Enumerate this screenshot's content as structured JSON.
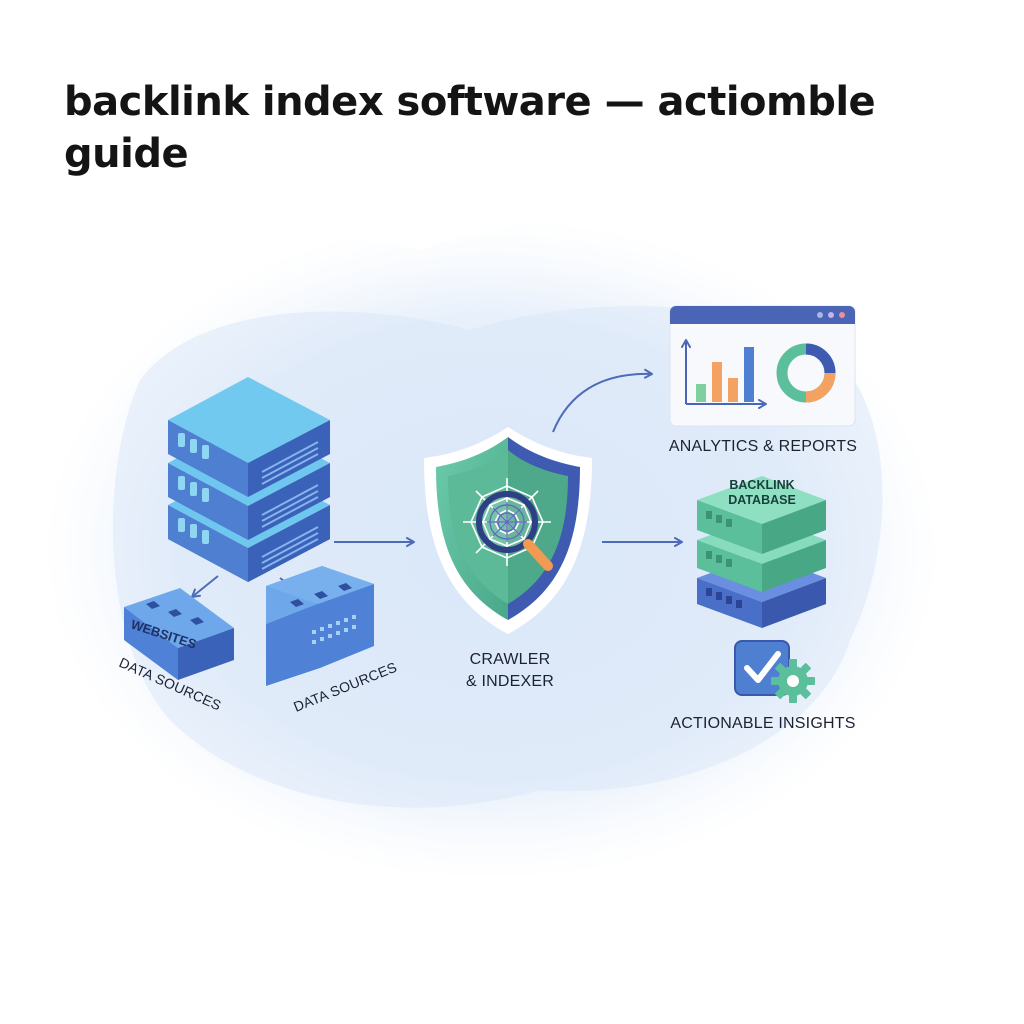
{
  "title": "backlink index software — actiomble guide",
  "nodes": {
    "websites_box_label": "WEBSITES",
    "data_sources_left": "DATA SOURCES",
    "data_sources_right": "DATA SOURCES",
    "crawler_line1": "CRAWLER",
    "crawler_line2": "& INDEXER",
    "analytics": "ANALYTICS & REPORTS",
    "database_line1": "BACKLINK",
    "database_line2": "DATABASE",
    "insights": "ACTIONABLE INSIGHTS"
  },
  "icons": {
    "server_stack": "server-stack-icon",
    "crawler": "spider-web-shield-icon",
    "analytics": "chart-dashboard-icon",
    "database": "database-stack-icon",
    "insights": "checkbox-gear-icon"
  },
  "colors": {
    "server_blue": "#4a78d0",
    "server_top": "#6fc6ee",
    "teal": "#5bbf9c",
    "navy": "#3f5bb1",
    "orange": "#f4a261",
    "arrow": "#4e6bb8"
  }
}
